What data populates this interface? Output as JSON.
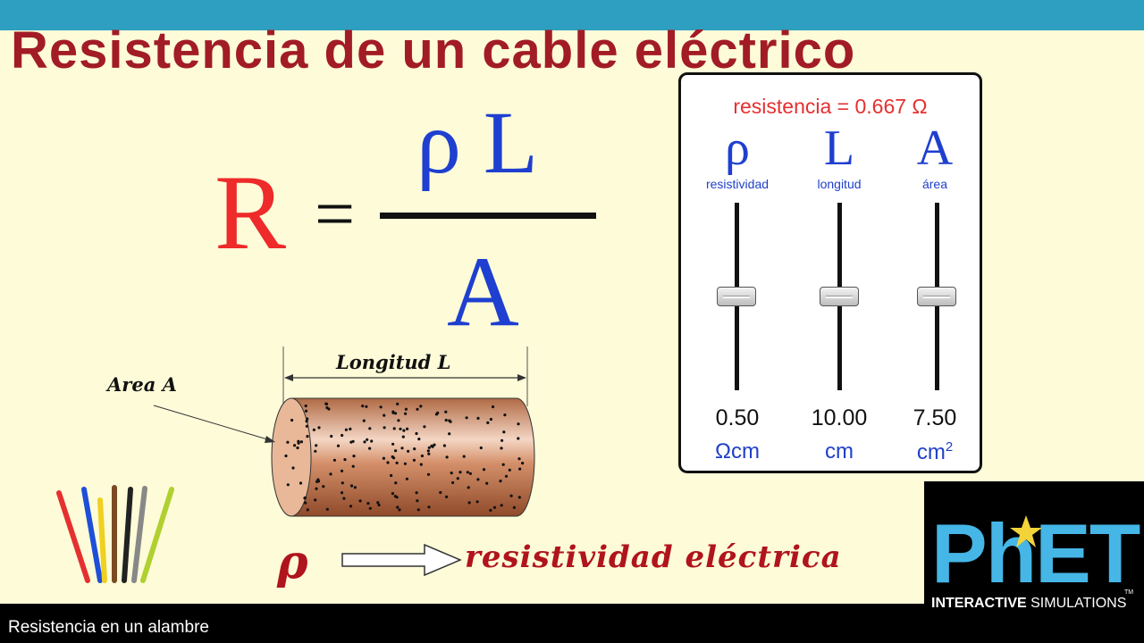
{
  "title": "Resistencia de un cable eléctrico",
  "formula": {
    "lhs": "R",
    "equals": "=",
    "numerator": "ρ L",
    "denominator": "A"
  },
  "panel": {
    "readout": "resistencia = 0.667 Ω",
    "sliders": [
      {
        "symbol": "ρ",
        "label": "resistividad",
        "value": "0.50",
        "unit": "Ωcm",
        "level": 0.5
      },
      {
        "symbol": "L",
        "label": "longitud",
        "value": "10.00",
        "unit": "cm",
        "level": 0.5
      },
      {
        "symbol": "A",
        "label": "área",
        "value": "7.50",
        "unit": "cm",
        "unit_sup": "2",
        "level": 0.5
      }
    ]
  },
  "diagram": {
    "length_label": "Longitud L",
    "area_label": "Area A"
  },
  "legend": {
    "symbol": "ρ",
    "text": "resistividad eléctrica"
  },
  "caption": "Resistencia en un alambre",
  "logo": {
    "brand": "PhET",
    "sub_bold": "INTERACTIVE",
    "sub_regular": "SIMULATIONS",
    "tm": "TM"
  },
  "colors": {
    "title": "#a21c25",
    "formula_blue": "#1e3fd0",
    "formula_red": "#ee2a2a",
    "readout_red": "#e53030",
    "topbar": "#2e9fc0",
    "phet_blue": "#45b6e6"
  }
}
